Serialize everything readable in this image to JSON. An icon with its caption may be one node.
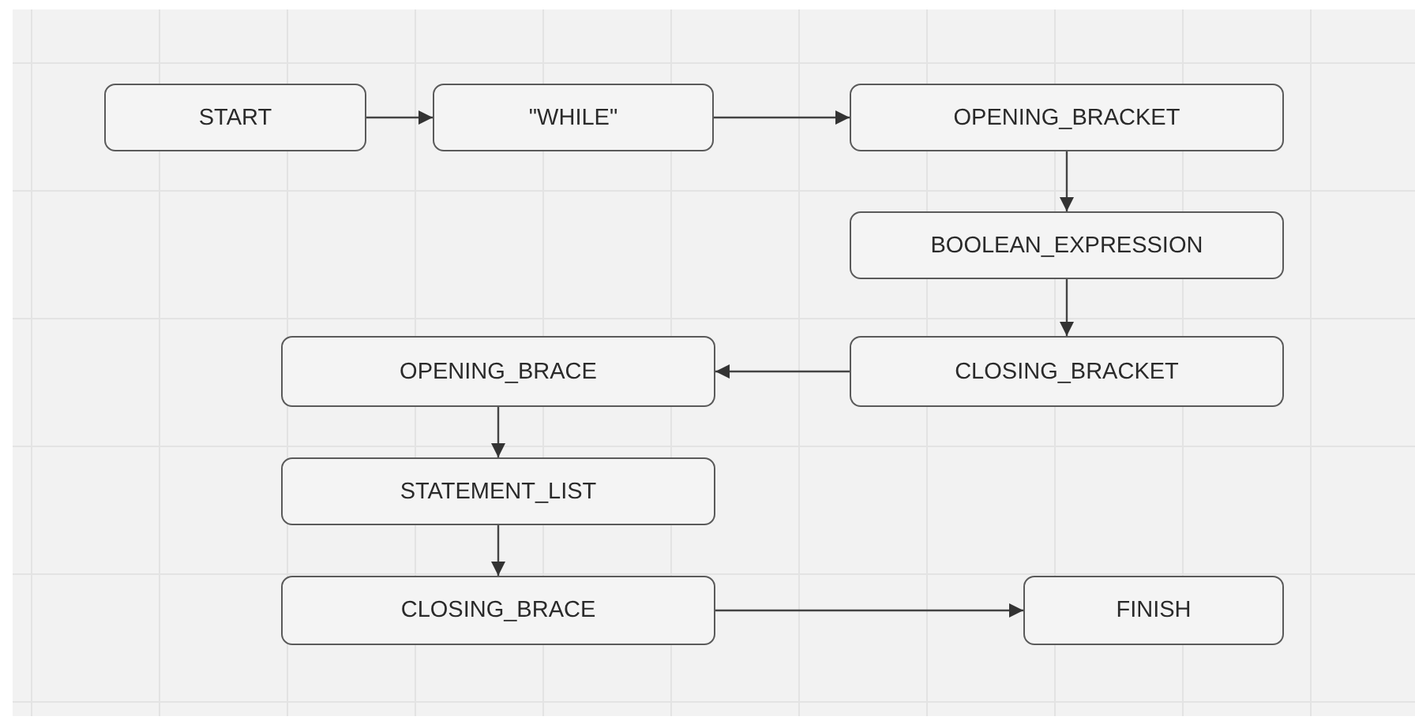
{
  "diagram": {
    "nodes": [
      {
        "text": [
          "START"
        ]
      },
      {
        "text": [
          "\"WHILE\""
        ]
      },
      {
        "text": [
          "OPENING_BRACKET"
        ]
      },
      {
        "text": [
          "BOOLEAN_EXPRESSION"
        ]
      },
      {
        "text": [
          "CLOSING_BRACKET"
        ]
      },
      {
        "text": [
          "OPENING_BRACE"
        ]
      },
      {
        "text": [
          "STATEMENT_LIST"
        ]
      },
      {
        "text": [
          "CLOSING_BRACE"
        ]
      },
      {
        "text": [
          "FINISH"
        ]
      }
    ],
    "edges": [
      {
        "from": 0,
        "to": 1,
        "arrow": "to"
      },
      {
        "from": 1,
        "to": 2,
        "arrow": "to"
      },
      {
        "from": 2,
        "to": 3,
        "arrow": "to"
      },
      {
        "from": 3,
        "to": 4,
        "arrow": "to"
      },
      {
        "from": 4,
        "to": 5,
        "arrow": "to"
      },
      {
        "from": 5,
        "to": 6,
        "arrow": "to"
      },
      {
        "from": 6,
        "to": 7,
        "arrow": "to"
      },
      {
        "from": 7,
        "to": 8,
        "arrow": "to"
      }
    ]
  }
}
